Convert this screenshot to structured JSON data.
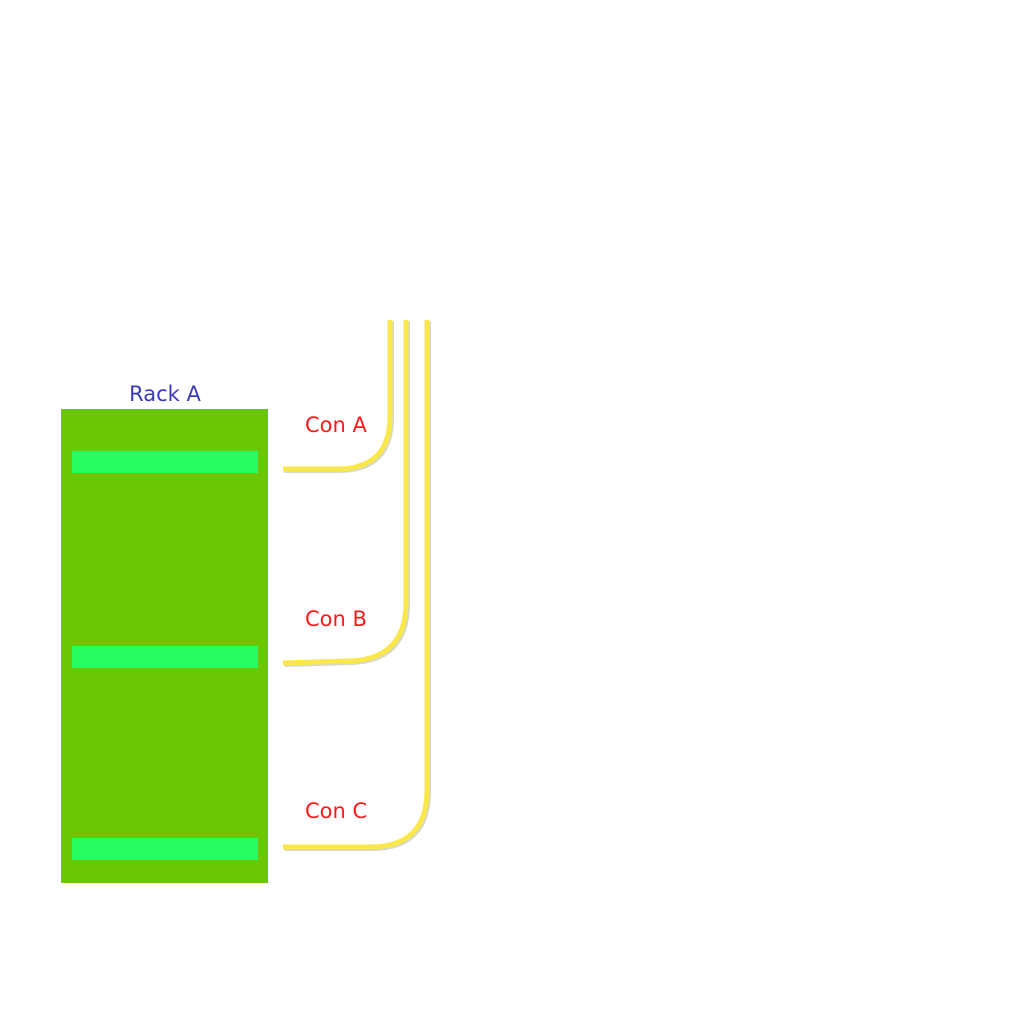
{
  "rack": {
    "label": "Rack A",
    "label_color": "#3a3ab8",
    "body_color": "#6bc704",
    "slot_color": "#2afc64"
  },
  "connections": [
    {
      "label": "Con A"
    },
    {
      "label": "Con B"
    },
    {
      "label": "Con C"
    }
  ],
  "colors": {
    "connection_label": "#ff1a1a",
    "cable": "#fae84a",
    "cable_shadow": "#d8d8c8",
    "background": "#ffffff"
  }
}
